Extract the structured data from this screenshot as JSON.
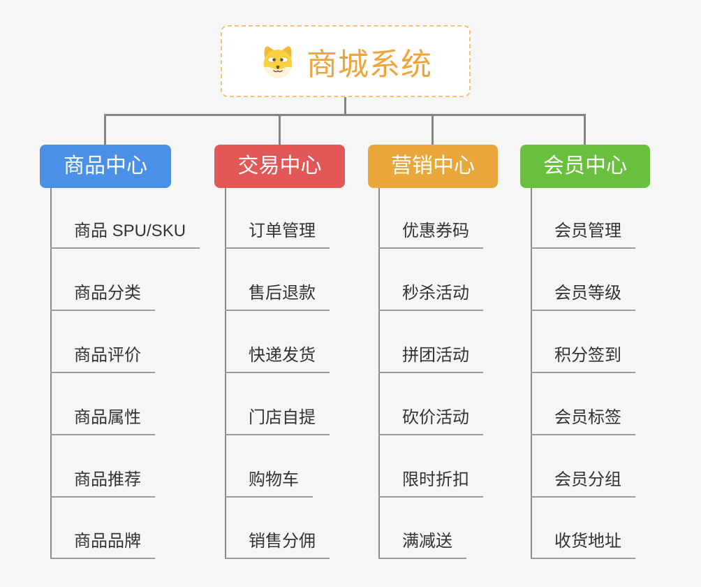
{
  "root": {
    "title": "商城系统",
    "icon": "dog-face-icon"
  },
  "branches": [
    {
      "id": "products",
      "label": "商品中心",
      "color": "#4a90e6",
      "items": [
        "商品 SPU/SKU",
        "商品分类",
        "商品评价",
        "商品属性",
        "商品推荐",
        "商品品牌"
      ]
    },
    {
      "id": "trade",
      "label": "交易中心",
      "color": "#e45757",
      "items": [
        "订单管理",
        "售后退款",
        "快递发货",
        "门店自提",
        "购物车",
        "销售分佣"
      ]
    },
    {
      "id": "marketing",
      "label": "营销中心",
      "color": "#e9a63b",
      "items": [
        "优惠券码",
        "秒杀活动",
        "拼团活动",
        "砍价活动",
        "限时折扣",
        "满减送"
      ]
    },
    {
      "id": "members",
      "label": "会员中心",
      "color": "#69c03f",
      "items": [
        "会员管理",
        "会员等级",
        "积分签到",
        "会员标签",
        "会员分组",
        "收货地址"
      ]
    }
  ],
  "colors": {
    "background": "#f6f6f6",
    "connector": "#848484",
    "underline": "#9b9b9b",
    "topic_text": "#333333",
    "root_text": "#f0a53c",
    "root_border": "#f6c277"
  }
}
